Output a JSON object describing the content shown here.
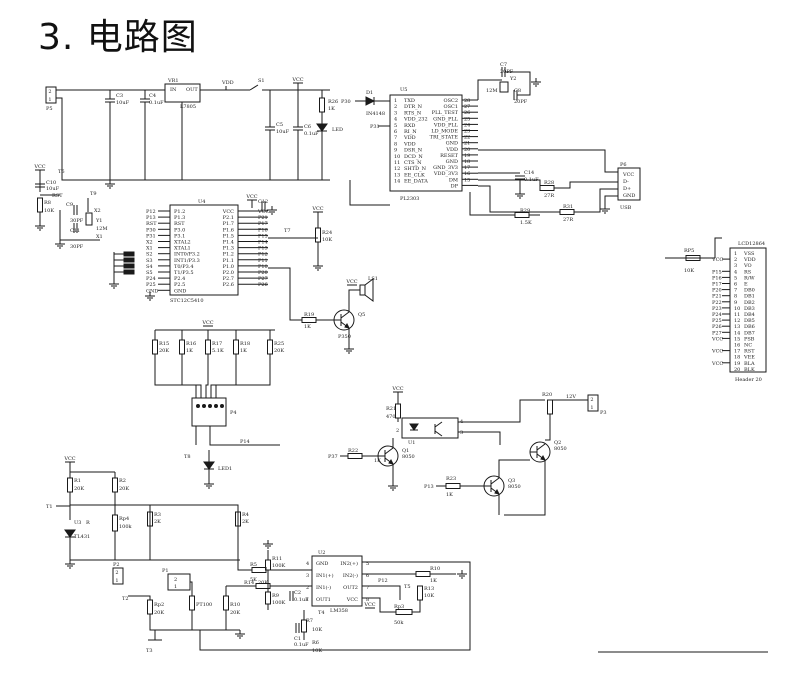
{
  "title": "3. 电路图",
  "labels": {
    "p5": "P5",
    "vr1": "VR1",
    "vr1_in": "IN",
    "vr1_out": "OUT",
    "vr1_part": "L7805",
    "c3": "C3",
    "c3_val": "10uF",
    "c4": "C4",
    "c4_val": "0.1uF",
    "vdd": "VDD",
    "s1": "S1",
    "vcc_top": "VCC",
    "c5": "C5",
    "c5_val": "10uF",
    "c6": "C6",
    "c6_val": "0.1uF",
    "r26": "R26",
    "r26_val": "1K",
    "led_pwr": "LED",
    "p30": "P30",
    "d1": "D1",
    "d1_part": "IN4148",
    "u5": "U5",
    "u5_part": "PL2303",
    "u5_left": [
      "TXD",
      "DTR_N",
      "RTS_N",
      "VDD_232",
      "RXD",
      "RI_N",
      "VDD",
      "VDD",
      "DSR_N",
      "DCD_N",
      "CTS_N",
      "SHTD_N",
      "EE_CLK",
      "EE_DATA"
    ],
    "u5_right": [
      "OSC2",
      "OSC1",
      "PLL_TEST",
      "GND_PLL",
      "VDD_PLL",
      "LD_MODE",
      "TRI_STATE",
      "GND",
      "VDD",
      "RESET",
      "GND",
      "GND_3V3",
      "VDD_3V3",
      "DM",
      "DP"
    ],
    "u5_pins_l": [
      "1",
      "2",
      "3",
      "4",
      "5",
      "6",
      "7",
      "8",
      "9",
      "10",
      "11",
      "12",
      "13",
      "14"
    ],
    "u5_pins_r": [
      "28",
      "27",
      "26",
      "25",
      "24",
      "23",
      "22",
      "21",
      "20",
      "19",
      "18",
      "17",
      "16",
      "15"
    ],
    "c7": "C7",
    "c7_val": "20PF",
    "y2": "Y2",
    "y2_val": "12M",
    "c8": "C8",
    "c8_val": "20PF",
    "p31": "P31",
    "c14": "C14",
    "c14_val": "0.1uF",
    "p6": "P6",
    "usb": "USB",
    "usb_pins": [
      "VCC",
      "D-",
      "D+",
      "GND"
    ],
    "r28": "R28",
    "r28_val": "27R",
    "r29": "R29",
    "r29_val": "1.5K",
    "r31": "R31",
    "r31_val": "27R",
    "vcc_t6": "VCC",
    "t6": "T6",
    "c10": "C10",
    "c10_val": "10uF",
    "rst": "RST",
    "r8": "R8",
    "r8_val": "10K",
    "c9": "C9",
    "c9_val": "30PF",
    "c11": "C11",
    "c11_val": "30PF",
    "x1": "X1",
    "x2": "X2",
    "y1": "Y1",
    "y1_val": "12M",
    "t9": "T9",
    "u4": "U4",
    "u4_part": "STC12C5410",
    "u4_left": [
      "P1.2",
      "P1.3",
      "RST",
      "P3.0",
      "P3.1",
      "XTAL2",
      "XTAL1",
      "INT0/P3.2",
      "INT1/P3.3",
      "T0/P3.4",
      "T1/P3.5",
      "P2.4",
      "P2.5",
      "GND"
    ],
    "u4_right": [
      "VCC",
      "P2.1",
      "P1.7",
      "P1.6",
      "P1.5",
      "P1.4",
      "P1.3",
      "P1.2",
      "P1.1",
      "P1.0",
      "P2.0",
      "P2.7",
      "P2.6"
    ],
    "u4_lnet": [
      "P12",
      "P13",
      "RST",
      "P30",
      "P31",
      "X2",
      "X1",
      "S2",
      "S3",
      "S4",
      "S5",
      "P24",
      "P25",
      "GND"
    ],
    "u4_rnet": [
      "VCC",
      "P21",
      "P17",
      "P16",
      "P15",
      "P14",
      "P13",
      "P12",
      "P11",
      "P10",
      "P20",
      "P27",
      "P26"
    ],
    "c12": "C12",
    "t7": "T7",
    "r24": "R24",
    "r24_val": "10K",
    "r19": "R19",
    "r19_val": "1K",
    "p350": "P350",
    "ls1": "LS1",
    "q5": "Q5",
    "r15": "R15",
    "r15_val": "20K",
    "r16": "R16",
    "r16_val": "1K",
    "r17": "R17",
    "r17_val": "5.1K",
    "r18": "R18",
    "r18_val": "1K",
    "r25": "R25",
    "r25_val": "20K",
    "p4": "P4",
    "p14": "P14",
    "t8": "T8",
    "led1": "LED1",
    "rp5": "RP5",
    "rp5_val": "10K",
    "lcd": "LCD12864",
    "lcd_pins": [
      "VSS",
      "VDD",
      "VO",
      "RS",
      "R/W",
      "E",
      "DB0",
      "DB1",
      "DB2",
      "DB3",
      "DB4",
      "DB5",
      "DB6",
      "DB7",
      "PSB",
      "NC",
      "RST",
      "VEE",
      "BLA",
      "BLK"
    ],
    "lcd_nets": [
      "",
      "VCC",
      "",
      "P15",
      "P16",
      "P17",
      "P20",
      "P21",
      "P22",
      "P23",
      "P24",
      "P25",
      "P26",
      "P27",
      "VCC",
      "",
      "VCC",
      "",
      "VCC",
      ""
    ],
    "lcd_hdr": "Header 20",
    "vcc_opto": "VCC",
    "r21": "R21",
    "r21_val": "470",
    "u1": "U1",
    "p3": "P3",
    "p3_val": "12V",
    "r22": "R22",
    "r22_val": "1K",
    "q1": "Q1",
    "q1_part": "8050",
    "p37": "P37",
    "r20": "R20",
    "q2": "Q2",
    "q2_part": "8050",
    "q3": "Q3",
    "q3_part": "8050",
    "p13": "P13",
    "r23": "R23",
    "r23_val": "1K",
    "vcc_tl": "VCC",
    "r1": "R1",
    "r1_val": "20K",
    "r2": "R2",
    "r2_val": "20K",
    "t1": "T1",
    "u3": "U3",
    "tl431": "TL431",
    "r_lbl": "R",
    "rp4": "Rp4",
    "rp4_val": "100k",
    "r3": "R3",
    "r3_val": "2K",
    "r4": "R4",
    "r4_val": "2K",
    "p2": "P2",
    "p1": "P1",
    "t2": "T2",
    "rp2": "Rp2",
    "rp2_val": "20K",
    "pt100": "PT100",
    "t3": "T3",
    "r5": "R5",
    "r5_val": "5K",
    "r6": "R6",
    "r6_val": "10K",
    "r7": "R7",
    "r7_val": "10K",
    "rd": "R10",
    "rd_val": "20K",
    "r14": "R14",
    "r14_val": "20K",
    "r11": "R11",
    "r11_val": "100K",
    "r9": "R9",
    "r9_val": "100K",
    "c2": "C2",
    "c2_val": "0.1uF",
    "c1": "C1",
    "c1_val": "0.1uF",
    "r7b": "R7",
    "r7b_val": "10K",
    "r6b": "R6",
    "r6b_val": "10K",
    "t4": "T4",
    "u2": "U2",
    "u2_part": "LM358",
    "u2_left": [
      "GND",
      "IN1(+)",
      "IN1(-)",
      "OUT1"
    ],
    "u2_right": [
      "IN2(+)",
      "IN2(-)",
      "OUT2",
      "VCC"
    ],
    "u2_pl": [
      "4",
      "3",
      "2",
      "1"
    ],
    "u2_pr": [
      "5",
      "6",
      "7",
      "8"
    ],
    "r10": "R10",
    "r10_val": "1K",
    "p12": "P12",
    "t5": "T5",
    "r13": "R13",
    "r13_val": "10K",
    "rp3": "Rp3",
    "rp3_val": "50k",
    "vcc_u2": "VCC"
  }
}
